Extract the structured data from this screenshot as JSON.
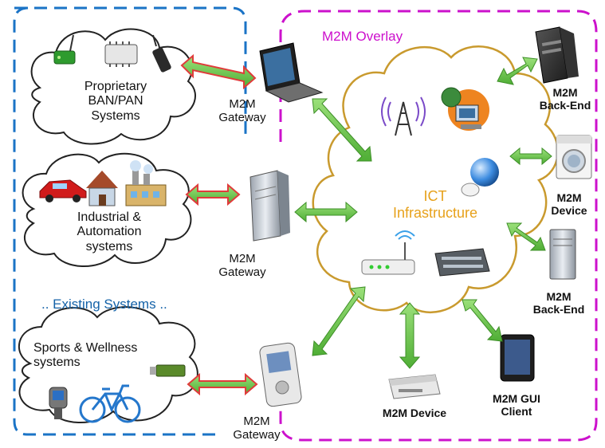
{
  "diagram": {
    "overlay_title": "M2M Overlay",
    "existing_title": ".. Existing Systems ..",
    "ict_label_lines": [
      "ICT",
      "Infrastructure"
    ],
    "clouds": {
      "proprietary": [
        "Proprietary",
        "BAN/PAN",
        "Systems"
      ],
      "industrial": [
        "Industrial &",
        "Automation",
        "systems"
      ],
      "sports": [
        "Sports & Wellness",
        "systems"
      ]
    },
    "gateways": {
      "top": [
        "M2M",
        "Gateway"
      ],
      "middle": [
        "M2M",
        "Gateway"
      ],
      "bottom": [
        "M2M",
        "Gateway"
      ]
    },
    "right_nodes": {
      "backend_top": [
        "M2M",
        "Back-End"
      ],
      "device_right": [
        "M2M",
        "Device"
      ],
      "backend_bottom": [
        "M2M",
        "Back-End"
      ],
      "gui_client": [
        "M2M GUI",
        "Client"
      ],
      "device_bottom": "M2M Device"
    },
    "colors": {
      "existing_border": "#1a73c6",
      "overlay_border": "#cc11cc",
      "ict_cloud": "#c99a2e",
      "legacy_link": "#e03b3b",
      "m2m_link": "#6cc14a"
    }
  }
}
